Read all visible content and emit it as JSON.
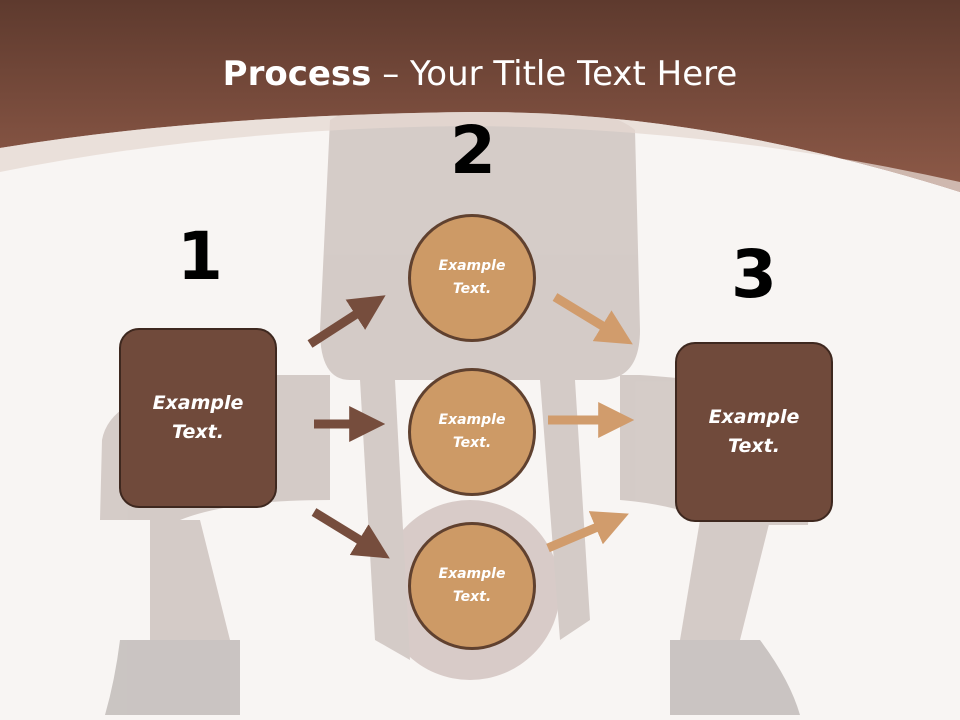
{
  "title": {
    "bold": "Process",
    "separator": " – ",
    "rest": "Your Title Text Here"
  },
  "colors": {
    "header_top": "#5f3b2f",
    "header_bottom": "#8b5846",
    "box_fill": "#704a3b",
    "circle_fill": "#cd9a66",
    "arrow_dark": "#764d3d",
    "arrow_light": "#d19c6c"
  },
  "steps": [
    {
      "number": "1",
      "label": "Example Text."
    },
    {
      "number": "2",
      "items": [
        "Example Text.",
        "Example Text.",
        "Example Text."
      ]
    },
    {
      "number": "3",
      "label": "Example Text."
    }
  ]
}
